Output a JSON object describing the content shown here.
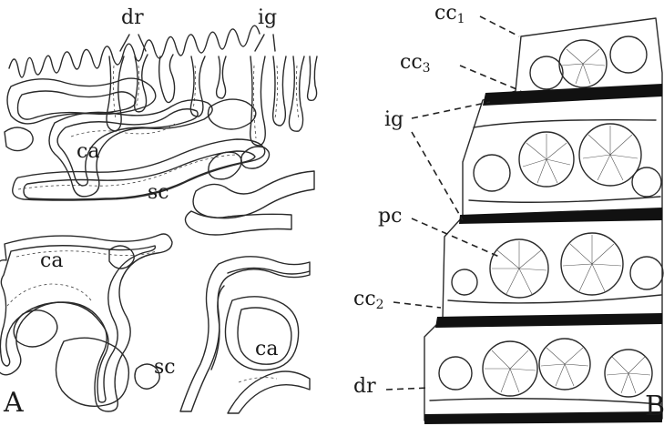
{
  "panel_a": {
    "letter": "A",
    "labels": {
      "dr": "dr",
      "ig": "ig",
      "ca_upper": "ca",
      "sc_upper": "sc",
      "ca_lower_left": "ca",
      "ca_lower_right": "ca",
      "sc_lower": "sc"
    }
  },
  "panel_b": {
    "letter": "B",
    "labels": {
      "cc1_base": "cc",
      "cc1_sub": "1",
      "cc3_base": "cc",
      "cc3_sub": "3",
      "ig": "ig",
      "pc": "pc",
      "cc2_base": "cc",
      "cc2_sub": "2",
      "dr": "dr"
    }
  }
}
